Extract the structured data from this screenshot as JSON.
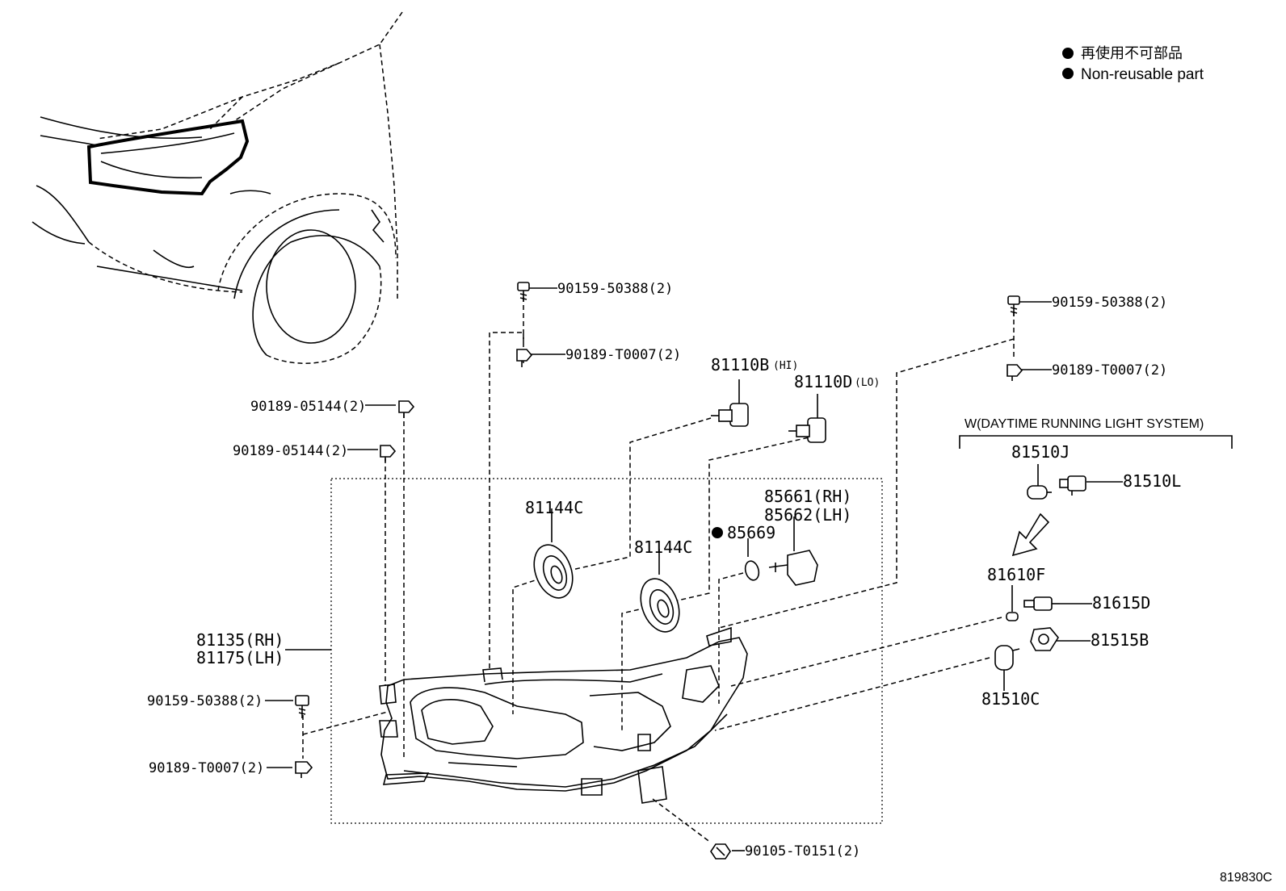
{
  "legend": {
    "japanese": "再使用不可部品",
    "english": "Non-reusable part"
  },
  "labels": {
    "p1": "90159-50388(2)",
    "p2": "90189-T0007(2)",
    "p3": "90189-05144(2)",
    "p4": "90189-05144(2)",
    "p5_main": "81110B",
    "p5_sub": "(HI)",
    "p6_main": "81110D",
    "p6_sub": "(LO)",
    "p7": "90159-50388(2)",
    "p8": "90189-T0007(2)",
    "p9": "81144C",
    "p10": "81144C",
    "p11": "85669",
    "p12a": "85661(RH)",
    "p12b": "85662(LH)",
    "p13a": "81135(RH)",
    "p13b": "81175(LH)",
    "p14": "90159-50388(2)",
    "p15": "90189-T0007(2)",
    "p16": "90105-T0151(2)",
    "drl_title": "W(DAYTIME RUNNING LIGHT SYSTEM)",
    "p17": "81510J",
    "p18": "81510L",
    "p19": "81610F",
    "p20": "81615D",
    "p21": "81515B",
    "p22": "81510C"
  },
  "figure_code": "819830C"
}
